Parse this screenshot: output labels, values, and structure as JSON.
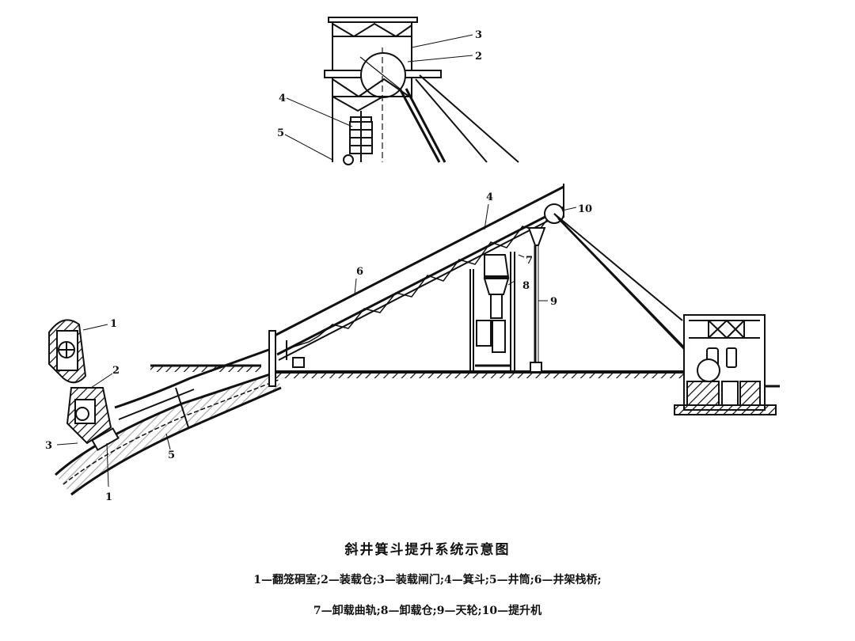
{
  "figure": {
    "title": "斜井箕斗提升系统示意图",
    "legend_line1": "1—翻笼硐室;2—装载仓;3—装载闸门;4—箕斗;5—井筒;6—井架栈桥;",
    "legend_line2": "7—卸载曲轨;8—卸载仓;9—天轮;10—提升机",
    "legend_items": [
      {
        "num": "1",
        "name": "翻笼硐室"
      },
      {
        "num": "2",
        "name": "装载仓"
      },
      {
        "num": "3",
        "name": "装载闸门"
      },
      {
        "num": "4",
        "name": "箕斗"
      },
      {
        "num": "5",
        "name": "井筒"
      },
      {
        "num": "6",
        "name": "井架栈桥"
      },
      {
        "num": "7",
        "name": "卸载曲轨"
      },
      {
        "num": "8",
        "name": "卸载仓"
      },
      {
        "num": "9",
        "name": "天轮"
      },
      {
        "num": "10",
        "name": "提升机"
      }
    ]
  },
  "inset_labels": {
    "l2": "2",
    "l3": "3",
    "l4": "4",
    "l5": "5"
  },
  "main_labels": {
    "l1a": "1",
    "l1b": "1",
    "l2": "2",
    "l3": "3",
    "l4": "4",
    "l5": "5",
    "l6": "6",
    "l7": "7",
    "l8": "8",
    "l9": "9",
    "l10": "10"
  },
  "colors": {
    "ink": "#111111",
    "background": "#ffffff"
  }
}
